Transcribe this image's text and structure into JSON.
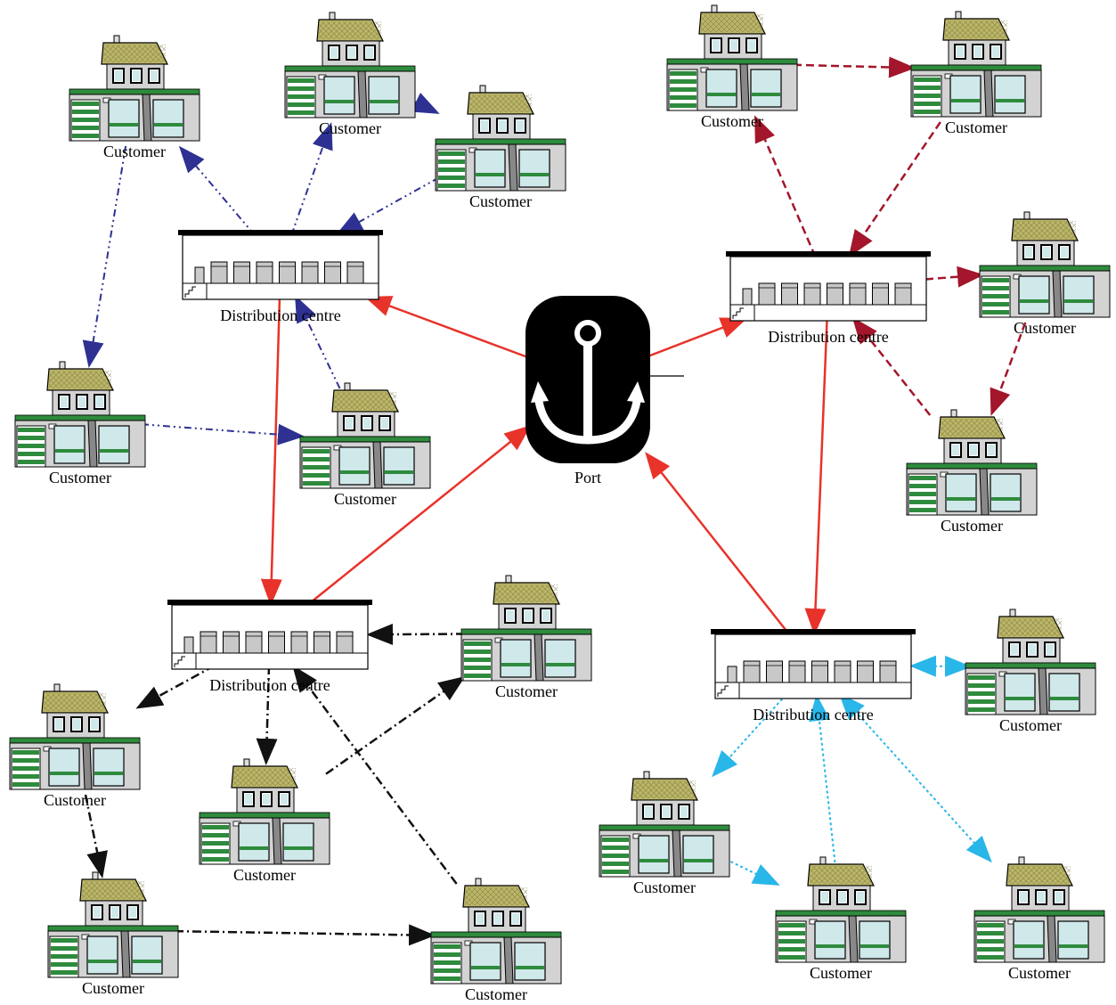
{
  "nodes": [
    {
      "id": "port",
      "kind": "port",
      "label": "Port"
    },
    {
      "id": "dc-nw",
      "kind": "dc",
      "label": "Distribution centre"
    },
    {
      "id": "dc-ne",
      "kind": "dc",
      "label": "Distribution centre"
    },
    {
      "id": "dc-sw",
      "kind": "dc",
      "label": "Distribution centre"
    },
    {
      "id": "dc-se",
      "kind": "dc",
      "label": "Distribution centre"
    },
    {
      "id": "c-nw-1",
      "kind": "customer",
      "label": "Customer"
    },
    {
      "id": "c-nw-2",
      "kind": "customer",
      "label": "Customer"
    },
    {
      "id": "c-nw-3",
      "kind": "customer",
      "label": "Customer"
    },
    {
      "id": "c-nw-4",
      "kind": "customer",
      "label": "Customer"
    },
    {
      "id": "c-nw-5",
      "kind": "customer",
      "label": "Customer"
    },
    {
      "id": "c-ne-1",
      "kind": "customer",
      "label": "Customer"
    },
    {
      "id": "c-ne-2",
      "kind": "customer",
      "label": "Customer"
    },
    {
      "id": "c-ne-3",
      "kind": "customer",
      "label": "Customer"
    },
    {
      "id": "c-ne-4",
      "kind": "customer",
      "label": "Customer"
    },
    {
      "id": "c-sw-1",
      "kind": "customer",
      "label": "Customer"
    },
    {
      "id": "c-sw-2",
      "kind": "customer",
      "label": "Customer"
    },
    {
      "id": "c-sw-3",
      "kind": "customer",
      "label": "Customer"
    },
    {
      "id": "c-sw-4",
      "kind": "customer",
      "label": "Customer"
    },
    {
      "id": "c-sw-5",
      "kind": "customer",
      "label": "Customer"
    },
    {
      "id": "c-se-1",
      "kind": "customer",
      "label": "Customer"
    },
    {
      "id": "c-se-2",
      "kind": "customer",
      "label": "Customer"
    },
    {
      "id": "c-se-3",
      "kind": "customer",
      "label": "Customer"
    },
    {
      "id": "c-se-4",
      "kind": "customer",
      "label": "Customer"
    }
  ],
  "edges": [
    {
      "from": "port",
      "to": "dc-nw",
      "group": "trunk"
    },
    {
      "from": "port",
      "to": "dc-ne",
      "group": "trunk"
    },
    {
      "from": "dc-nw",
      "to": "dc-sw",
      "group": "trunk"
    },
    {
      "from": "dc-sw",
      "to": "port",
      "group": "trunk"
    },
    {
      "from": "dc-ne",
      "to": "dc-se",
      "group": "trunk"
    },
    {
      "from": "dc-se",
      "to": "port",
      "group": "trunk"
    },
    {
      "from": "dc-nw",
      "to": "c-nw-1",
      "group": "nw"
    },
    {
      "from": "dc-nw",
      "to": "c-nw-2",
      "group": "nw"
    },
    {
      "from": "c-nw-2",
      "to": "c-nw-3",
      "group": "nw"
    },
    {
      "from": "c-nw-3",
      "to": "dc-nw",
      "group": "nw"
    },
    {
      "from": "c-nw-1",
      "to": "c-nw-4",
      "group": "nw"
    },
    {
      "from": "c-nw-4",
      "to": "c-nw-5",
      "group": "nw"
    },
    {
      "from": "c-nw-5",
      "to": "dc-nw",
      "group": "nw"
    },
    {
      "from": "dc-ne",
      "to": "c-ne-1",
      "group": "ne"
    },
    {
      "from": "c-ne-1",
      "to": "c-ne-2",
      "group": "ne"
    },
    {
      "from": "c-ne-2",
      "to": "dc-ne",
      "group": "ne"
    },
    {
      "from": "dc-ne",
      "to": "c-ne-3",
      "group": "ne"
    },
    {
      "from": "c-ne-3",
      "to": "c-ne-4",
      "group": "ne"
    },
    {
      "from": "c-ne-4",
      "to": "dc-ne",
      "group": "ne"
    },
    {
      "from": "c-sw-1",
      "to": "dc-sw",
      "group": "sw"
    },
    {
      "from": "dc-sw",
      "to": "c-sw-2",
      "group": "sw"
    },
    {
      "from": "dc-sw",
      "to": "c-sw-3",
      "group": "sw"
    },
    {
      "from": "c-sw-3",
      "to": "c-sw-1",
      "group": "sw"
    },
    {
      "from": "c-sw-2",
      "to": "c-sw-4",
      "group": "sw"
    },
    {
      "from": "c-sw-4",
      "to": "c-sw-5",
      "group": "sw"
    },
    {
      "from": "c-sw-5",
      "to": "dc-sw",
      "group": "sw"
    },
    {
      "from": "c-se-1",
      "to": "dc-se",
      "group": "se",
      "both": true
    },
    {
      "from": "dc-se",
      "to": "c-se-2",
      "group": "se"
    },
    {
      "from": "c-se-2",
      "to": "c-se-3",
      "group": "se"
    },
    {
      "from": "c-se-3",
      "to": "dc-se",
      "group": "se"
    },
    {
      "from": "dc-se",
      "to": "c-se-4",
      "group": "se",
      "both": true
    }
  ],
  "colors": {
    "trunk": "#e8332a",
    "nw": "#2e3192",
    "ne": "#a3162b",
    "sw": "#111111",
    "se": "#29b6e8",
    "roof": "#bdb76b",
    "wall": "#d3d3d3",
    "garage_stripe": "#2e8b3d",
    "trim": "#2e8b3d",
    "window": "#cfe8ea"
  },
  "icons": {
    "port": "anchor-icon",
    "dc": "warehouse-icon",
    "customer": "house-icon"
  }
}
